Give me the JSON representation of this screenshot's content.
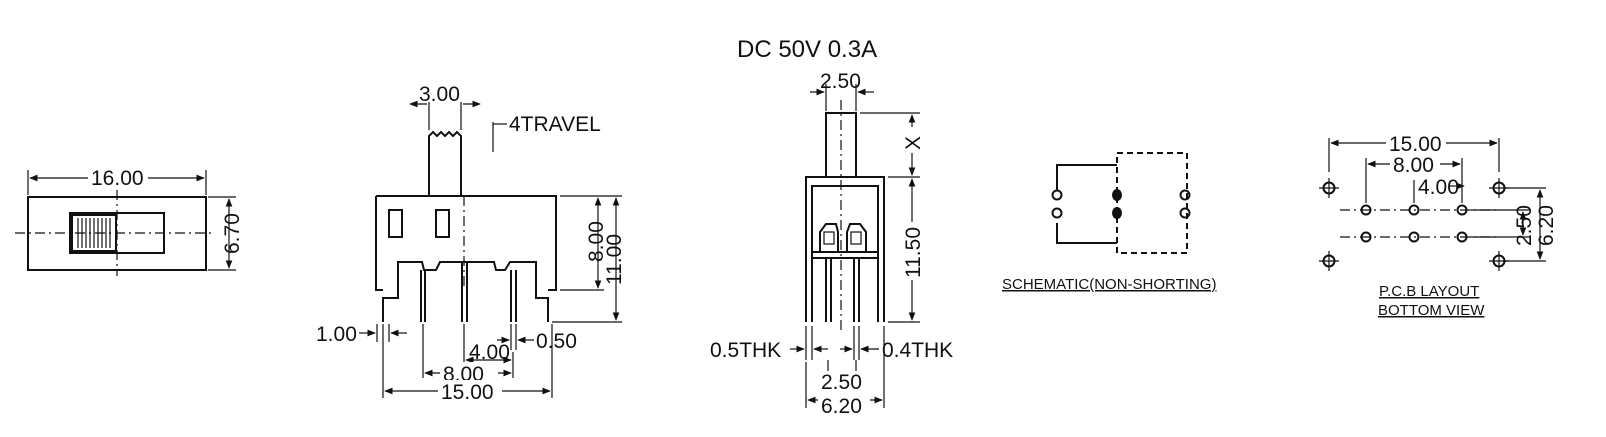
{
  "rating": "DC  50V  0.3A",
  "top_view": {
    "width_dim": "16.00",
    "height_dim": "6.70"
  },
  "front_view": {
    "actuator_dim": "3.00",
    "travel": "4TRAVEL",
    "body_dim": "8.00",
    "total_dim": "11.00",
    "pin_width_dim": "1.00",
    "pin_pitch_dim": "4.00",
    "pin_thk_dim": "0.50",
    "pitch2_dim": "8.00",
    "span_dim": "15.00"
  },
  "side_view": {
    "actuator_dim": "2.50",
    "x_label": "X",
    "height_dim": "11.50",
    "thk_left": "0.5THK",
    "thk_right": "0.4THK",
    "pitch_dim": "2.50",
    "width_dim": "6.20"
  },
  "schematic": {
    "caption": "SCHEMATIC(NON-SHORTING)"
  },
  "pcb": {
    "outer_dim": "15.00",
    "mid_dim": "8.00",
    "inner_dim": "4.00",
    "row_pitch_dim": "2.50",
    "row_total_dim": "6.20",
    "caption_line1": "P.C.B LAYOUT",
    "caption_line2": "BOTTOM VIEW"
  }
}
